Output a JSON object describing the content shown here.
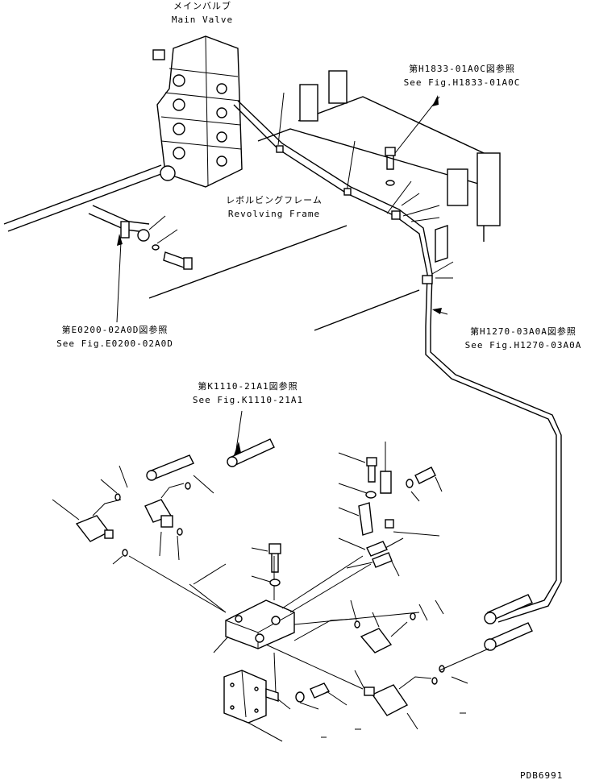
{
  "labels": {
    "main_valve_jp": "メインバルブ",
    "main_valve_en": "Main Valve",
    "ref_h1833_jp": "第H1833-01A0C図参照",
    "ref_h1833_en": "See Fig.H1833-01A0C",
    "revolving_frame_jp": "レボルビングフレーム",
    "revolving_frame_en": "Revolving Frame",
    "ref_e0200_jp": "第E0200-02A0D図参照",
    "ref_e0200_en": "See Fig.E0200-02A0D",
    "ref_h1270_jp": "第H1270-03A0A図参照",
    "ref_h1270_en": "See Fig.H1270-03A0A",
    "ref_k1110_jp": "第K1110-21A1図参照",
    "ref_k1110_en": "See Fig.K1110-21A1",
    "drawing_code": "PDB6991"
  }
}
